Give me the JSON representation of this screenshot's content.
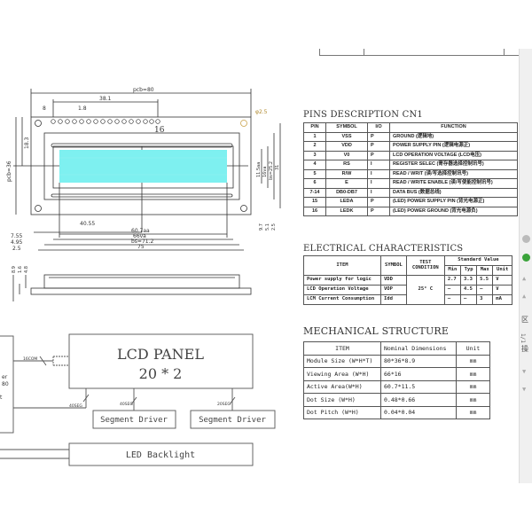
{
  "drawing": {
    "dims": {
      "pcb_width": "pcb=80",
      "pin_span": "38.1",
      "pin_offset": "8",
      "pin_pitch": "1.8",
      "pin_last": "16",
      "hole": "φ2.5",
      "pcb_height": "pcb=36",
      "top_offset": "18.3",
      "active_h": "11.5aa",
      "view_h": "16va",
      "bezel_h": "bs=25.2",
      "height31": "31",
      "d97": "9.7",
      "d51": "5.1",
      "d25": "2.5",
      "center_x": "40.55",
      "active_w": "60.7aa",
      "view_w": "66va",
      "bezel_w": "bs=71.2",
      "hole_span": "75",
      "left_755": "7.55",
      "left_495": "4.95",
      "left_25": "2.5",
      "side_89": "8.9",
      "side_16": "1.6",
      "side_48": "4.8"
    },
    "block": {
      "panel_title": "LCD PANEL",
      "panel_format": "20 * 2",
      "com_label": "16COM",
      "seg1_label": "40SEG",
      "seg2_label": "40SEG",
      "seg3_label": "20SEG",
      "seg_driver_1": "Segment Driver",
      "seg_driver_2": "Segment Driver",
      "backlight": "LED Backlight",
      "controller_partial_1": "er",
      "controller_partial_2": "80",
      "controller_partial_3": "t"
    }
  },
  "pins": {
    "title": "PINS DESCRIPTION   CN1",
    "headers": [
      "PIN",
      "SYMBOL",
      "I/O",
      "FUNCTION"
    ],
    "rows": [
      [
        "1",
        "VSS",
        "P",
        "GROUND (逻辑地)"
      ],
      [
        "2",
        "VDD",
        "P",
        "POWER SUPPLY PIN (逻辑电源正)"
      ],
      [
        "3",
        "V0",
        "P",
        "LCD OPERATION VOLTAGE (LCD电压)"
      ],
      [
        "4",
        "RS",
        "I",
        "REGISTER SELEC (寄存器选择控制讯号)"
      ],
      [
        "5",
        "R/W",
        "I",
        "READ / WRIT (读/写选择控制讯号)"
      ],
      [
        "6",
        "E",
        "I",
        "READ / WRITE ENABLE (读/写使能控制讯号)"
      ],
      [
        "7-14",
        "DB0-DB7",
        "I",
        "DATA BUS (数据总线)"
      ],
      [
        "15",
        "LEDA",
        "P",
        "(LED) POWER SUPPLY PIN (背光电源正)"
      ],
      [
        "16",
        "LEDK",
        "P",
        "(LED) POWER GROUND (背光电源负)"
      ]
    ]
  },
  "electrical": {
    "title": "ELECTRICAL CHARACTERISTICS",
    "h_item": "ITEM",
    "h_symbol": "SYMBOL",
    "h_test": "TEST CONDITION",
    "h_standard": "Standard Value",
    "h_min": "Min",
    "h_typ": "Typ",
    "h_max": "Max",
    "h_unit": "Unit",
    "condition": "25° C",
    "rows": [
      [
        "Power supply for logic",
        "VDD",
        "2.7",
        "3.3",
        "5.5",
        "V"
      ],
      [
        "LCD Operation Voltage",
        "VOP",
        "—",
        "4.5",
        "—",
        "V"
      ],
      [
        "LCM Current Consumption",
        "Idd",
        "—",
        "—",
        "3",
        "mA"
      ]
    ]
  },
  "mechanical": {
    "title": "MECHANICAL STRUCTURE",
    "headers": [
      "ITEM",
      "Nominal Dimensions",
      "Unit"
    ],
    "rows": [
      [
        "Module Size (W*H*T)",
        "80*36*8.9",
        "mm"
      ],
      [
        "Viewing Area (W*H)",
        "66*16",
        "mm"
      ],
      [
        "Active Area(W*H)",
        "60.7*11.5",
        "mm"
      ],
      [
        "Dot Size (W*H)",
        "0.48*0.66",
        "mm"
      ],
      [
        "Dot Pitch (W*H)",
        "0.04*0.04",
        "mm"
      ]
    ]
  },
  "sidebar": {
    "page_indicator": "1/1",
    "label_top": "区",
    "label_bottom": "操",
    "accent": "#3aa33a"
  },
  "colors": {
    "lcd": "#7ef0f0"
  }
}
